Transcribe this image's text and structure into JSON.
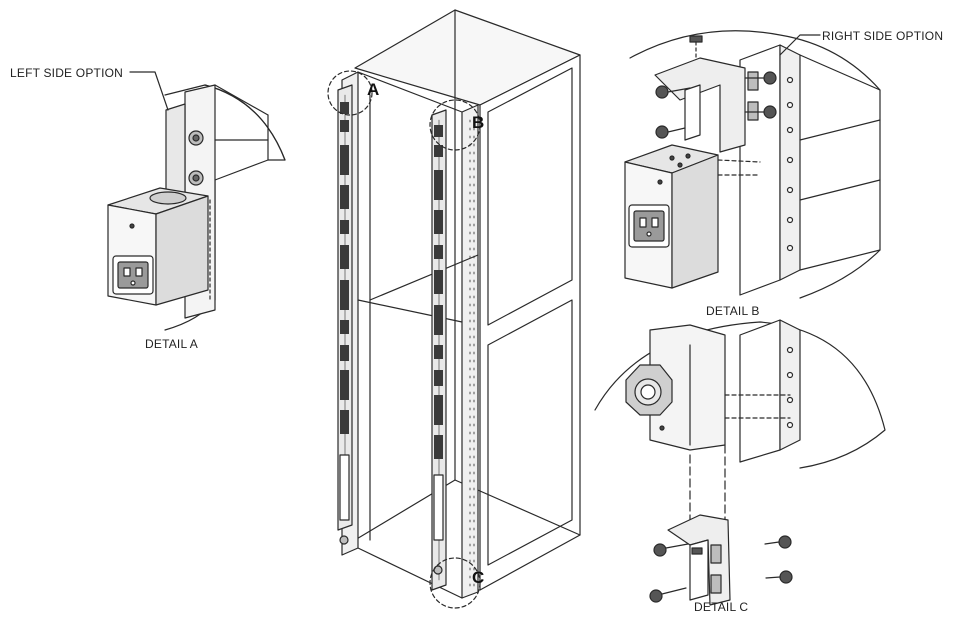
{
  "labels": {
    "left_side_option": "LEFT SIDE OPTION",
    "right_side_option": "RIGHT SIDE OPTION",
    "detail_a": "DETAIL A",
    "detail_b": "DETAIL B",
    "detail_c": "DETAIL C"
  },
  "callouts": {
    "a": "A",
    "b": "B",
    "c": "C"
  },
  "colors": {
    "line": "#2a2a2a",
    "fill_light": "#f4f4f4",
    "fill_mid": "#d9d9d9",
    "fill_dark": "#9a9a9a",
    "background": "#ffffff"
  }
}
